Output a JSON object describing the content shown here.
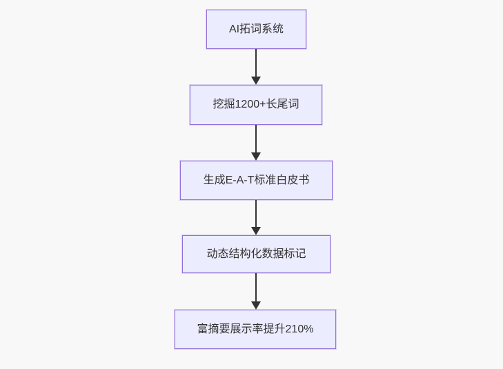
{
  "canvas": {
    "background_color": "#f8f8f8"
  },
  "diagram": {
    "kind": "flowchart",
    "direction": "top-to-bottom",
    "node_fill_color": "#ececff",
    "node_border_color": "#9370db",
    "node_text_color": "#333333",
    "arrow_color": "#333333",
    "nodes": [
      {
        "id": "A",
        "label": "AI拓词系统"
      },
      {
        "id": "B",
        "label": "挖掘1200+长尾词"
      },
      {
        "id": "C",
        "label": "生成E-A-T标准白皮书"
      },
      {
        "id": "D",
        "label": "动态结构化数据标记"
      },
      {
        "id": "E",
        "label": "富摘要展示率提升210%"
      }
    ],
    "edges": [
      {
        "from": "A",
        "to": "B"
      },
      {
        "from": "B",
        "to": "C"
      },
      {
        "from": "C",
        "to": "D"
      },
      {
        "from": "D",
        "to": "E"
      }
    ]
  }
}
